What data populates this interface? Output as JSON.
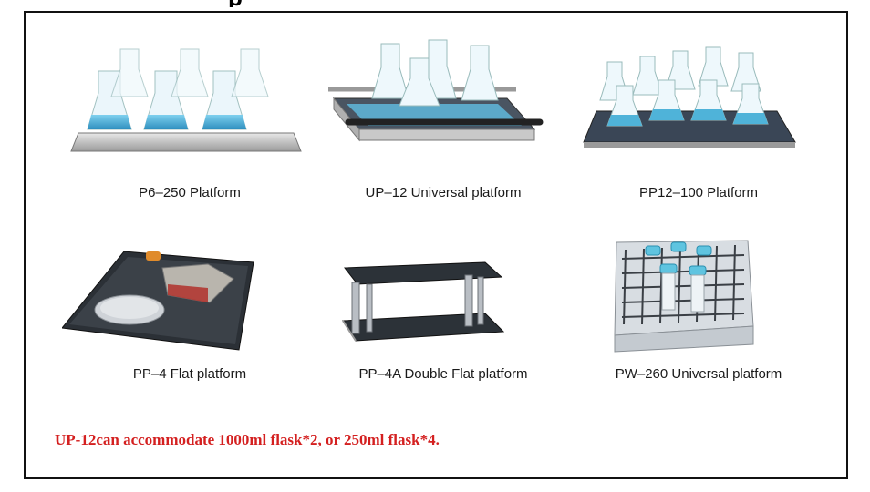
{
  "heading_fragment": "p",
  "platforms": [
    {
      "caption": "P6–250 Platform",
      "icon": "flask-platform-image"
    },
    {
      "caption": "UP–12  Universal platform",
      "icon": "universal-platform-image"
    },
    {
      "caption": "PP12–100 Platform",
      "icon": "flask-platform-image"
    },
    {
      "caption": "PP–4 Flat platform",
      "icon": "flat-platform-image"
    },
    {
      "caption": "PP–4A Double Flat platform",
      "icon": "double-flat-platform-image"
    },
    {
      "caption": "PW–260 Universal  platform",
      "icon": "tube-rack-image"
    }
  ],
  "note": "UP-12can accommodate 1000ml flask*2, or 250ml flask*4.",
  "colors": {
    "note": "#d42020",
    "liquid": "#4fb3d9",
    "platform": "#3a4656"
  }
}
